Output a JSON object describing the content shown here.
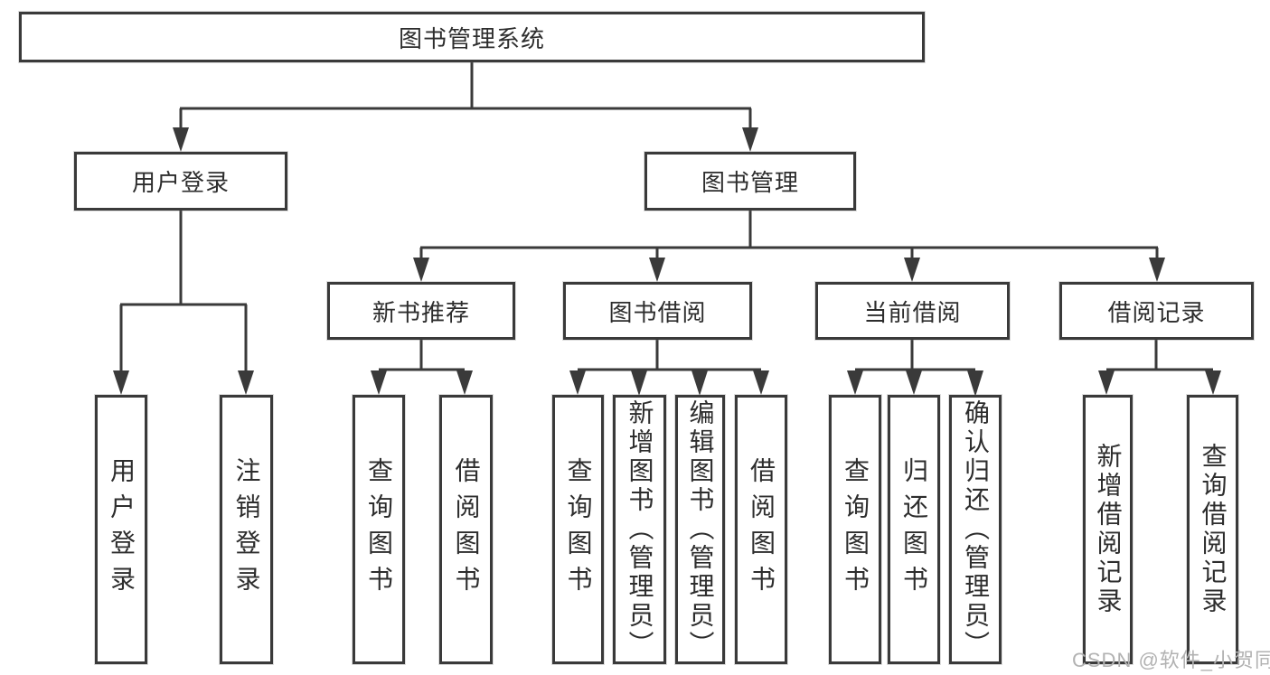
{
  "diagram": {
    "root": {
      "label": "图书管理系统"
    },
    "branches": [
      {
        "label": "用户登录",
        "children": [
          {
            "label": "用户登录"
          },
          {
            "label": "注销登录"
          }
        ]
      },
      {
        "label": "图书管理",
        "children": [
          {
            "label": "新书推荐",
            "children": [
              {
                "label": "查询图书"
              },
              {
                "label": "借阅图书"
              }
            ]
          },
          {
            "label": "图书借阅",
            "children": [
              {
                "label": "查询图书"
              },
              {
                "label": "新增图书（管理员）"
              },
              {
                "label": "编辑图书（管理员）"
              },
              {
                "label": "借阅图书"
              }
            ]
          },
          {
            "label": "当前借阅",
            "children": [
              {
                "label": "查询图书"
              },
              {
                "label": "归还图书"
              },
              {
                "label": "确认归还（管理员）"
              }
            ]
          },
          {
            "label": "借阅记录",
            "children": [
              {
                "label": "新增借阅记录"
              },
              {
                "label": "查询借阅记录"
              }
            ]
          }
        ]
      }
    ]
  },
  "watermark": {
    "text": "CSDN @软件_小贺同学"
  },
  "colors": {
    "line": "#3a3a3a",
    "text": "#2d2d2d",
    "box_background": "#ffffff",
    "watermark": "#b2b2b2",
    "page_background": "#ffffff"
  }
}
